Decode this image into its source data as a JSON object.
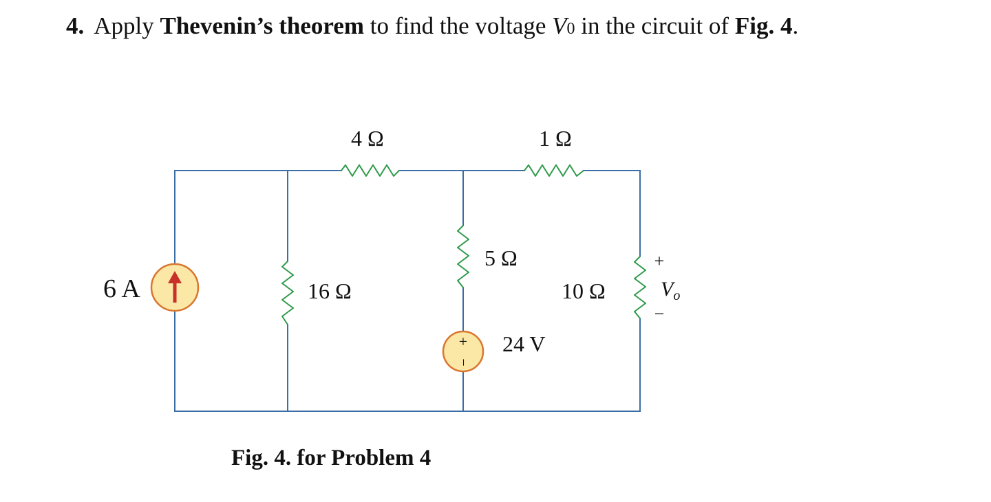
{
  "problem": {
    "number": "4.",
    "text_1": "Apply ",
    "bold_1": "Thevenin’s theorem",
    "text_2": " to find  the voltage ",
    "var_main": "V",
    "var_sub": "0",
    "text_3": " in the circuit of ",
    "bold_2": "Fig. 4",
    "text_4": "."
  },
  "circuit": {
    "current_source": {
      "label": "6 A"
    },
    "resistors": {
      "r_top_left": "4 Ω",
      "r_top_right": "1 Ω",
      "r_shunt_left": "16 Ω",
      "r_middle": "5 Ω",
      "r_load": "10 Ω"
    },
    "voltage_source": {
      "label": "24 V",
      "plus": "+",
      "minus": "−"
    },
    "output": {
      "plus": "+",
      "minus": "−",
      "var": "V",
      "sub": "o"
    },
    "colors": {
      "wire": "#3a6ea5",
      "resistor": "#2e9a4a",
      "source_fill": "#fbe7a6",
      "source_stroke": "#d9762f",
      "arrow": "#c8302a"
    }
  },
  "caption": "Fig. 4. for Problem 4"
}
